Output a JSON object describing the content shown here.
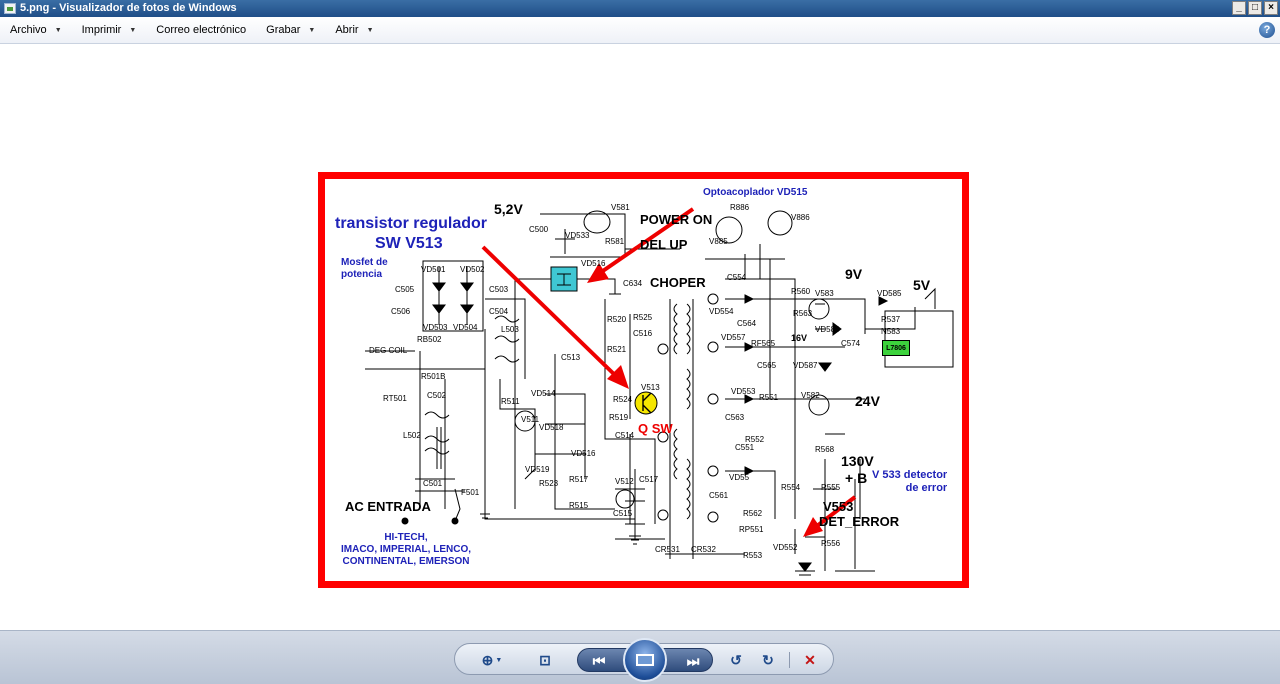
{
  "window": {
    "title": "5.png - Visualizador de fotos de Windows"
  },
  "menu": {
    "items": [
      {
        "label": "Archivo"
      },
      {
        "label": "Imprimir"
      },
      {
        "label": "Correo electrónico"
      },
      {
        "label": "Grabar"
      },
      {
        "label": "Abrir"
      }
    ],
    "help_label": "?"
  },
  "photo": {
    "annotations": {
      "transistor_line1": "transistor regulador",
      "transistor_line2": "SW V513",
      "mosfet": "Mosfet de\npotencia",
      "optoacoplador": "Optoacoplador VD515",
      "detector": "V 533 detector\nde error",
      "qsw": "Q SW"
    },
    "labels": {
      "v52": "5,2V",
      "power_on": "POWER ON",
      "del_up": "DEL UP",
      "choper": "CHOPER",
      "v9": "9V",
      "v5": "5V",
      "v16": "16V",
      "v24": "24V",
      "v130": "130V",
      "b": "+ B",
      "v553": "V553",
      "det_error": "DET_ERROR",
      "ac": "AC  ENTRADA",
      "l7806": "L7806"
    },
    "brands": "HI-TECH,\nIMACO, IMPERIAL, LENCO,\nCONTINENTAL, EMERSON",
    "components": [
      "VD501",
      "VD502",
      "VD503",
      "VD504",
      "C505",
      "C503",
      "C506",
      "C504",
      "RB502",
      "DEG COIL",
      "R501B",
      "RT501",
      "C502",
      "L502",
      "C501",
      "F501",
      "L503",
      "VD533",
      "V581",
      "C500",
      "R581",
      "VD516",
      "C634",
      "R886",
      "V886",
      "V885",
      "R520",
      "R525",
      "C516",
      "R521",
      "C513",
      "R524",
      "V513",
      "R519",
      "C514",
      "VD514",
      "VD518",
      "R511",
      "V511",
      "VD519",
      "VD516",
      "R523",
      "R517",
      "V512",
      "C517",
      "C515",
      "R515",
      "CR531",
      "CR532",
      "C554",
      "C564",
      "VD554",
      "VD557",
      "RF565",
      "C565",
      "VD553",
      "C563",
      "R551",
      "R552",
      "C561",
      "C551",
      "VD55",
      "R562",
      "RP551",
      "R553",
      "R560",
      "V583",
      "R563",
      "VD584",
      "C574",
      "VD587",
      "V582",
      "R568",
      "VD585",
      "R537",
      "N583",
      "R554",
      "R555",
      "VD552",
      "R556"
    ]
  },
  "toolbar": {
    "zoom": "zoom-icon",
    "fit": "actual-size-icon",
    "prev": "previous-icon",
    "slideshow": "slideshow-icon",
    "next": "next-icon",
    "rotate_left": "rotate-counterclockwise-icon",
    "rotate_right": "rotate-clockwise-icon",
    "delete": "delete-icon"
  }
}
